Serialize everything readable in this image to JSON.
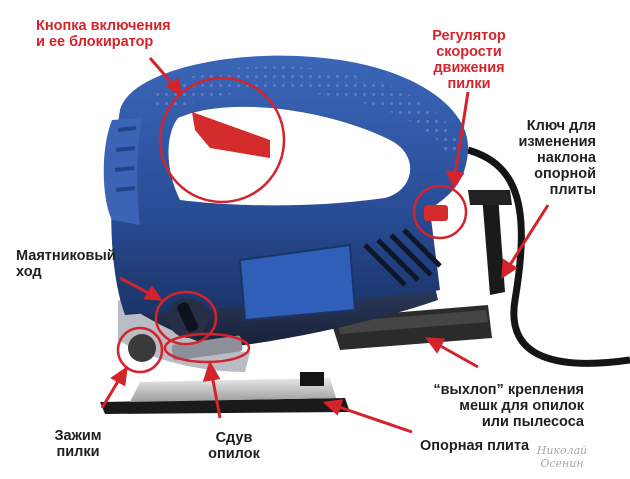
{
  "labels": {
    "power_button": [
      "Кнопка включения",
      "и ее блокиратор"
    ],
    "speed_control": [
      "Регулятор",
      "скорости",
      "движения",
      "пилки"
    ],
    "tilt_key": [
      "Ключ для",
      "изменения",
      "наклона",
      "опорной",
      "плиты"
    ],
    "pendulum": [
      "Маятниковый",
      "ход"
    ],
    "exhaust": [
      "“выхлоп” крепления",
      "мешк для опилок",
      "или пылесоса"
    ],
    "blade_clamp": [
      "Зажим",
      "пилки"
    ],
    "chip_blower": [
      "Сдув",
      "опилок"
    ],
    "base_plate": [
      "Опорная плита"
    ]
  },
  "watermark": [
    "Николай",
    "Осенин"
  ],
  "colors": {
    "accent_red": "#d4232b",
    "tool_blue": "#2a4f9a",
    "tool_dark": "#1d2740",
    "rubber": "#24324f",
    "arrow": "#d4232b"
  }
}
